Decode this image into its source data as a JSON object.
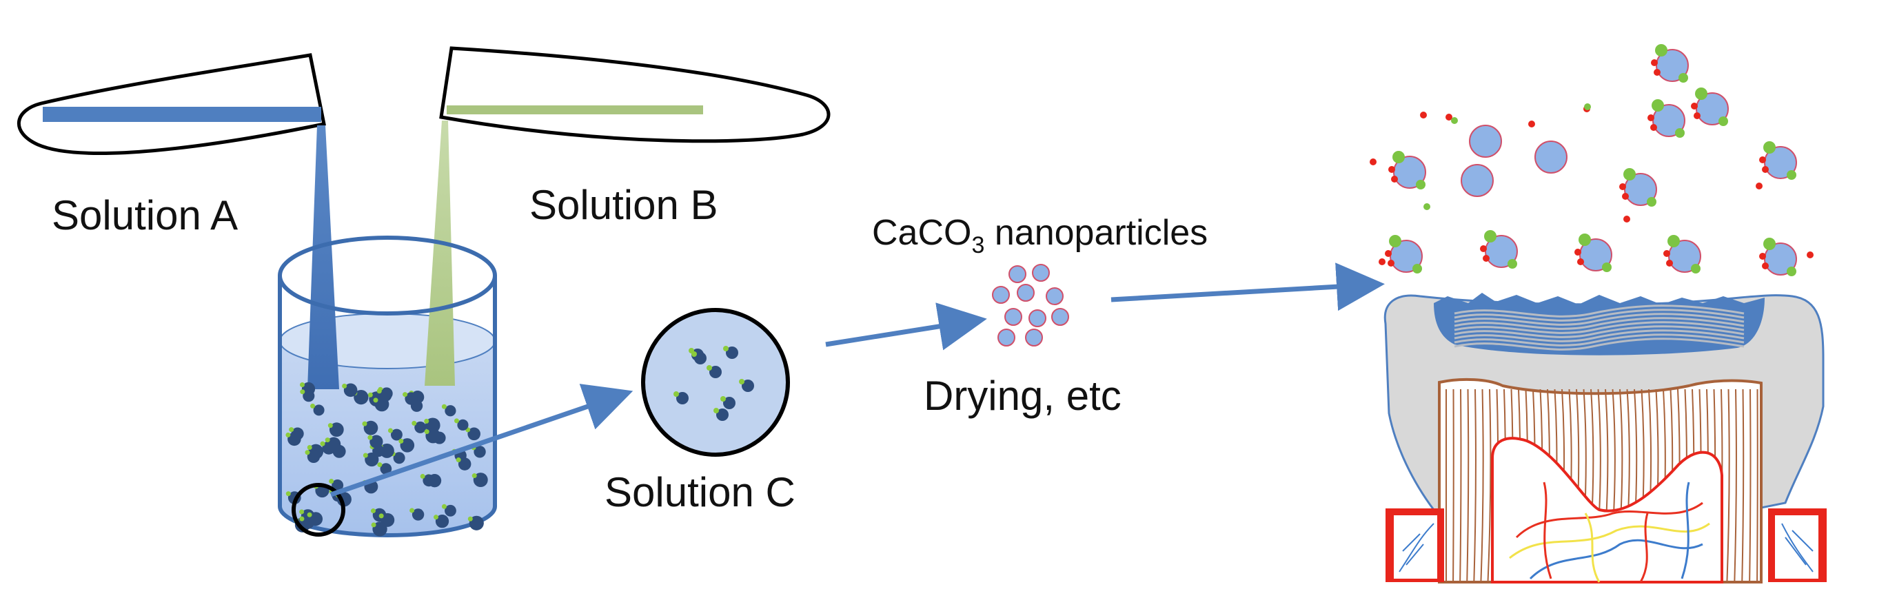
{
  "labels": {
    "solution_a": "Solution A",
    "solution_b": "Solution B",
    "solution_c": "Solution C",
    "caco3_prefix": "CaCO",
    "caco3_subscript": "3",
    "caco3_suffix": " nanoparticles",
    "drying": "Drying, etc"
  },
  "colors": {
    "solution_a_blue": "#4f7fc0",
    "solution_b_green": "#a9c47f",
    "liquid": "#b8cdee",
    "particle_dark": "#2e4d7c",
    "particle_green": "#8ccc3c",
    "nanoparticle": "#8fb3e6",
    "nanoparticle_edge": "#d0506a",
    "arrow": "#4f7fc0",
    "enamel_gray": "#d8d8d8",
    "tooth_fiber": "#a8623a",
    "vessel_red": "#e83020",
    "vessel_yellow": "#f2e24a",
    "vessel_blue": "#3d7ccc",
    "attachment_red": "#e8251c",
    "attachment_green": "#7cc443"
  },
  "icons": {
    "pipette": "pipette-icon",
    "beaker": "beaker-icon",
    "zoom_circle": "magnifier-circle-icon",
    "tooth": "tooth-icon"
  }
}
